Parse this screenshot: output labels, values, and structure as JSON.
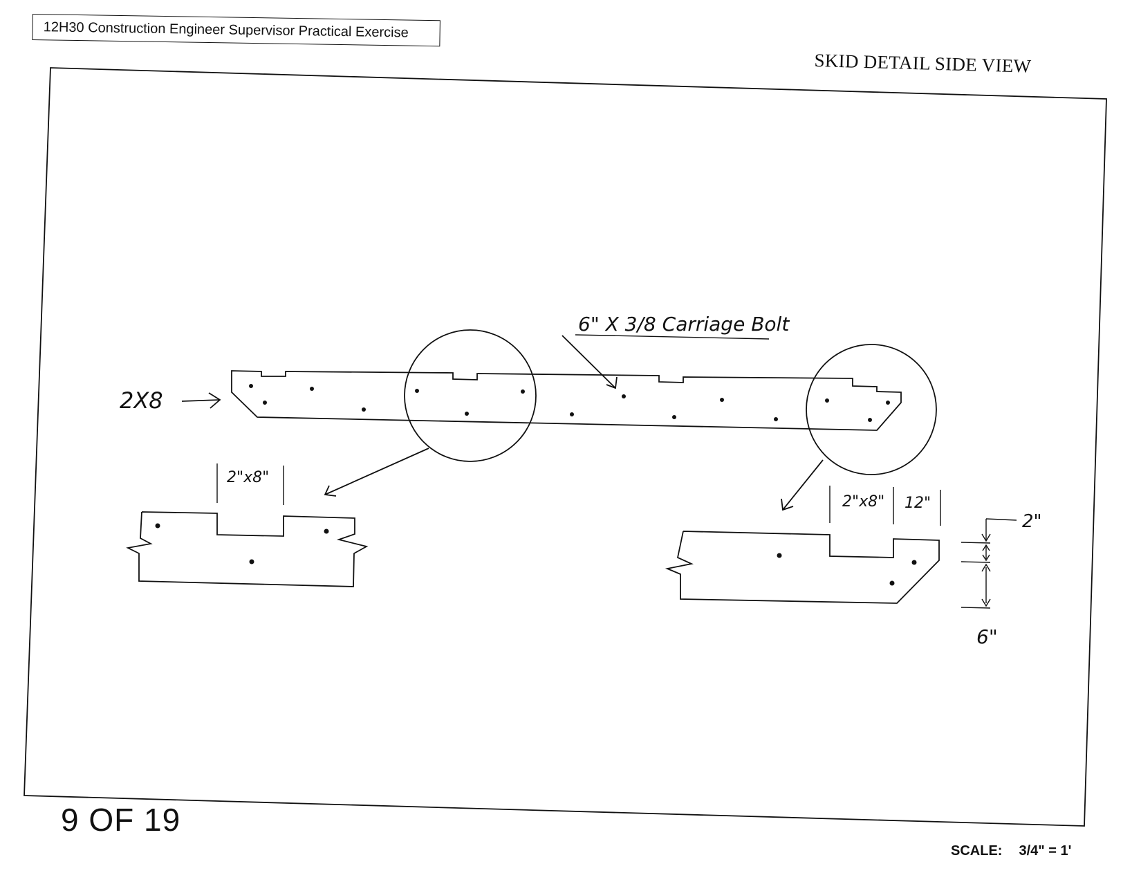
{
  "header": {
    "title": "12H30 Construction Engineer Supervisor Practical Exercise"
  },
  "drawing": {
    "view_title": "SKID DETAIL SIDE VIEW",
    "labels": {
      "member": "2X8",
      "bolt": "6\" X 3/8 Carriage Bolt",
      "notch_left": "2\"x8\"",
      "notch_right": "2\"x8\"",
      "end_length": "12\"",
      "notch_depth": "2\"",
      "remaining_depth": "6\""
    }
  },
  "footer": {
    "page_number": "9 OF 19",
    "scale_label": "SCALE:",
    "scale_value": "3/4\" = 1'"
  }
}
